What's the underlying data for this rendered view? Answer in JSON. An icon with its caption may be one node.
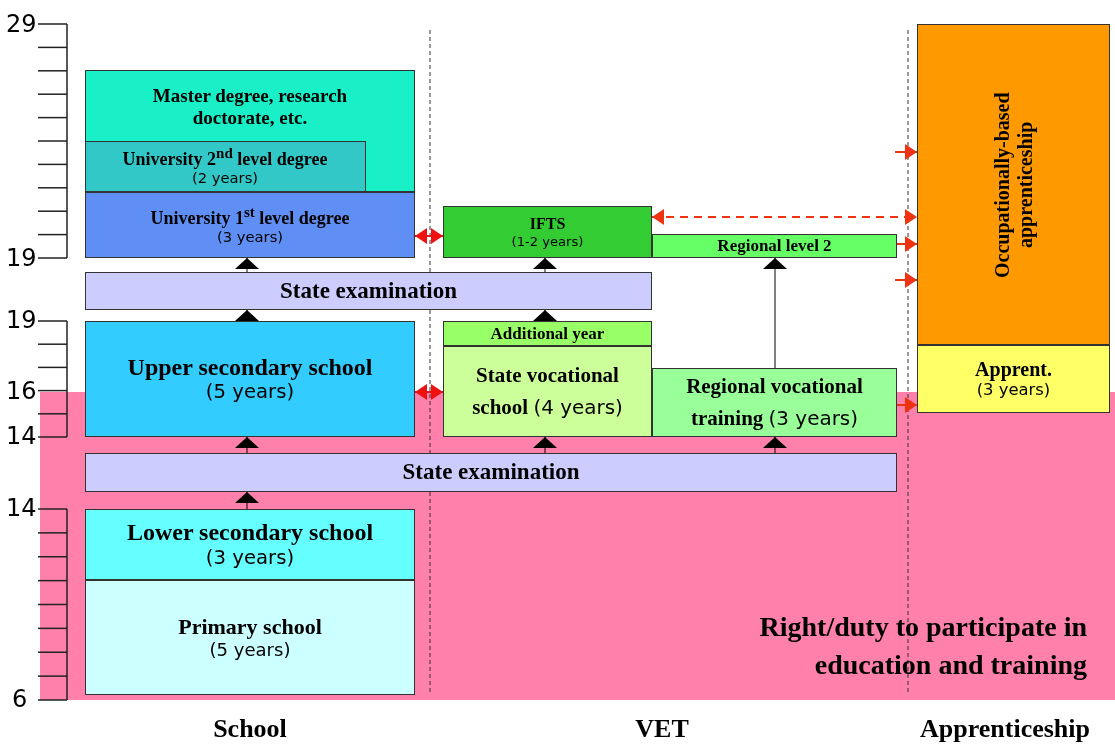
{
  "diagram": {
    "nodes": [
      {
        "text": [
          "Master degree, research doctorate, etc."
        ]
      },
      {
        "text": [
          "University 2$^{nd}$ level degree",
          "(2 years)"
        ],
        "in": 0
      },
      {
        "text": [
          "University 1$^{st}$ level degree",
          "(3 years)"
        ]
      },
      {
        "text": [
          "IFTS",
          "(1-2 years)"
        ]
      },
      {
        "text": [
          "Regional level 2"
        ]
      },
      {
        "text": [
          "Occupationally-based apprenticeship"
        ]
      },
      {
        "text": [
          "State examination"
        ]
      },
      {
        "text": [
          "Additional year"
        ]
      },
      {
        "text": [
          "Upper secondary school",
          "(5 years)"
        ]
      },
      {
        "text": [
          "State vocational school",
          "(4 years)"
        ]
      },
      {
        "text": [
          "Regional vocational training",
          "(3 years)"
        ]
      },
      {
        "text": [
          "Apprent.",
          "(3 years)"
        ]
      },
      {
        "text": [
          "State examination"
        ],
        "in": 15
      },
      {
        "text": [
          "Lower secondary school",
          "(3 years)"
        ],
        "in": 15
      },
      {
        "text": [
          "Primary school",
          "(5 years)"
        ],
        "in": 15
      },
      {
        "text": [
          "Right/duty to participate in education and training"
        ]
      }
    ],
    "edges": [
      {
        "from": 13,
        "to": 12,
        "arrow": "to"
      },
      {
        "from": 12,
        "to": 8,
        "arrow": "to"
      },
      {
        "from": 12,
        "to": 9,
        "arrow": "to"
      },
      {
        "from": 12,
        "to": 10,
        "arrow": "to"
      },
      {
        "from": 8,
        "to": 6,
        "arrow": "to"
      },
      {
        "from": 7,
        "to": 6,
        "arrow": "to"
      },
      {
        "from": 6,
        "to": 2,
        "arrow": "to"
      },
      {
        "from": 6,
        "to": 3,
        "arrow": "to"
      },
      {
        "from": 10,
        "to": 4,
        "arrow": "to"
      },
      {
        "from": 2,
        "to": 3,
        "arrow": "both",
        "color": "#ee1111"
      },
      {
        "from": 8,
        "to": 9,
        "arrow": "both",
        "color": "#ee1111"
      },
      {
        "from": 3,
        "to": 5,
        "arrow": "both",
        "style": "dashed",
        "color": "#ee3311"
      },
      {
        "from": 4,
        "to": 5,
        "arrow": "to",
        "color": "#ee3311"
      },
      {
        "from": null,
        "to": 5,
        "arrow": "to",
        "color": "#ee3311"
      },
      {
        "from": null,
        "to": 5,
        "arrow": "to",
        "color": "#ee3311"
      },
      {
        "from": 10,
        "to": 11,
        "arrow": "to",
        "color": "#ee3311"
      }
    ],
    "labels": [
      "29",
      "19",
      "19",
      "16",
      "14",
      "14",
      "6",
      "School",
      "VET",
      "Apprenticeship"
    ]
  }
}
